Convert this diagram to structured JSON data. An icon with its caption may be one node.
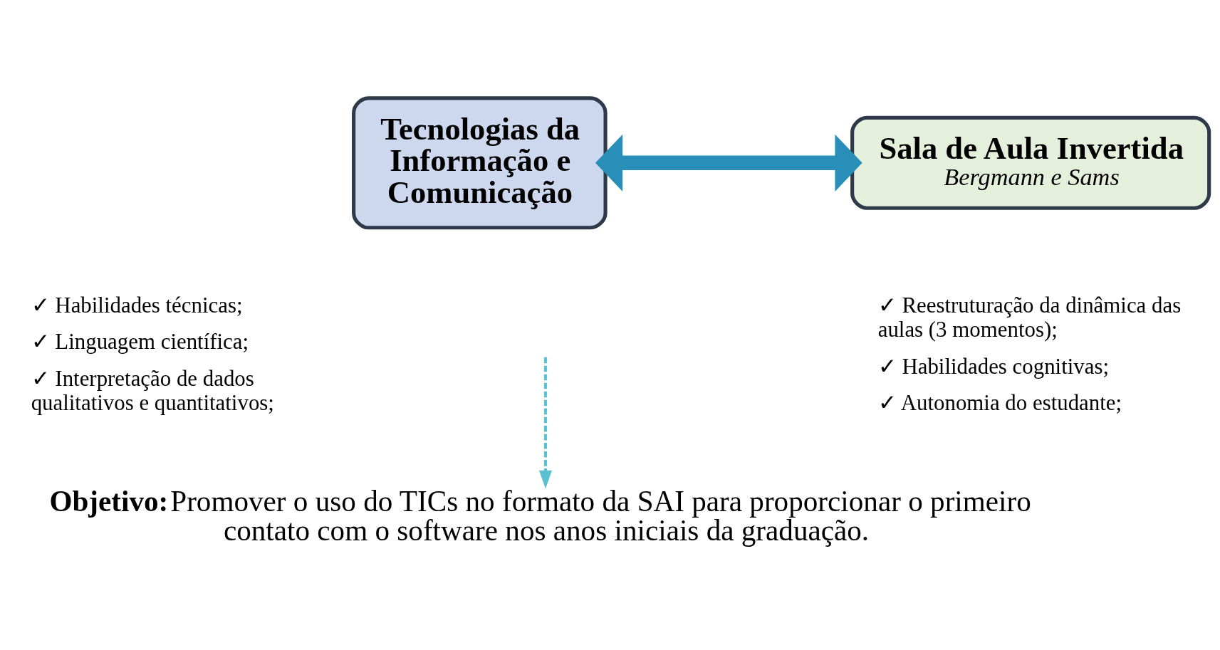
{
  "diagram": {
    "nodes": [
      {
        "text": [
          "Tecnologias da Informação e Comunicação"
        ],
        "beside": [
          "✓ Habilidades técnicas;",
          "✓ Linguagem científica;",
          "✓ Interpretação de dados qualitativos e quantitativos;"
        ]
      },
      {
        "text": [
          "Sala de Aula Invertida",
          "Bergmann e Sams"
        ],
        "beside": [
          "✓ Reestruturação da dinâmica das aulas (3 momentos);",
          "✓ Habilidades cognitivas;",
          "✓ Autonomia do estudante;"
        ]
      },
      {
        "text": [
          "Objetivo:",
          "Promover o uso do TICs no formato da SAI para proporcionar o primeiro contato com o software nos anos iniciais da graduação."
        ]
      }
    ],
    "edges": [
      {
        "from": 0,
        "to": 1,
        "arrow": "both",
        "style": "thick",
        "color": "#2a8fb8"
      },
      {
        "from": null,
        "to": 2,
        "arrow": "to",
        "style": "dashed",
        "color": "#5bc0d0"
      }
    ]
  }
}
